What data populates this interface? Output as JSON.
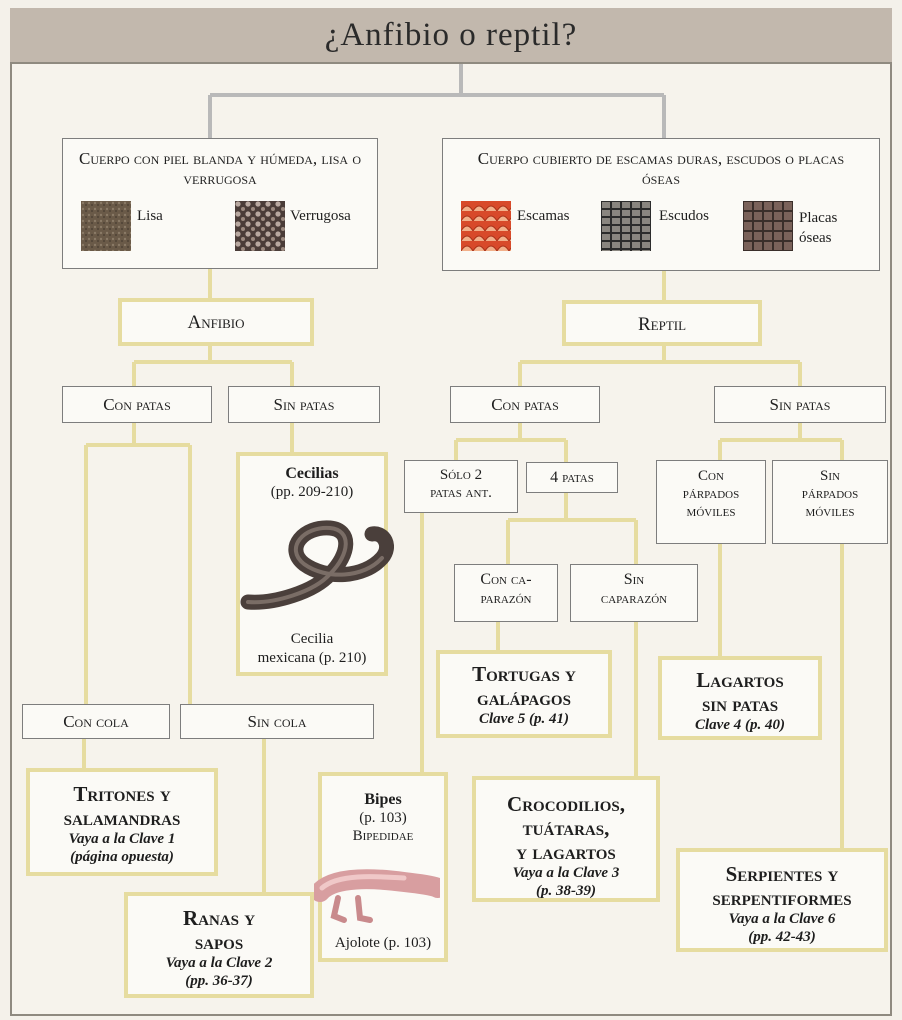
{
  "title": "¿Anfibio o reptil?",
  "amphibian_traits": {
    "heading": "Cuerpo con piel blanda y húmeda, lisa o verrugosa",
    "skin_types": [
      "Lisa",
      "Verrugosa"
    ]
  },
  "reptile_traits": {
    "heading": "Cuerpo cubierto de escamas duras, escudos o placas óseas",
    "skin_types": [
      "Escamas",
      "Escudos",
      "Placas",
      "óseas"
    ]
  },
  "amphibian": {
    "label": "Anfibio",
    "with_legs": "Con patas",
    "no_legs": "Sin patas",
    "with_tail": "Con cola",
    "no_tail": "Sin cola",
    "caecilians": {
      "name": "Cecilias",
      "pages": "(pp. 209-210)",
      "caption1": "Cecilia",
      "caption2": "mexicana (p. 210)"
    },
    "newts": {
      "name1": "Tritones y",
      "name2": "salamandras",
      "key": "Vaya a la Clave 1",
      "page": "(página opuesta)"
    },
    "frogs": {
      "name1": "Ranas y",
      "name2": "sapos",
      "key": "Vaya a la Clave 2",
      "page": "(pp. 36-37)"
    }
  },
  "reptile": {
    "label": "Reptil",
    "with_legs": "Con patas",
    "no_legs": "Sin patas",
    "front_legs_only1": "Sólo 2",
    "front_legs_only2": "patas ant.",
    "four_legs": "4 patas",
    "with_shell1": "Con ca-",
    "with_shell2": "parazón",
    "no_shell1": "Sin",
    "no_shell2": "caparazón",
    "movable_eyelids1": "Con",
    "movable_eyelids2": "párpados",
    "movable_eyelids3": "móviles",
    "no_eyelids1": "Sin",
    "no_eyelids2": "párpados",
    "no_eyelids3": "móviles",
    "bipes": {
      "name": "Bipes",
      "page": "(p. 103)",
      "family": "Bipedidae",
      "caption": "Ajolote (p. 103)"
    },
    "turtles": {
      "name1": "Tortugas y",
      "name2": "galápagos",
      "key": "Clave 5 (p. 41)"
    },
    "crocs": {
      "name1": "Crocodilios,",
      "name2": "tuátaras,",
      "name3": "y lagartos",
      "key": "Vaya a la Clave 3",
      "page": "(p. 38-39)"
    },
    "legless_lizards": {
      "name1": "Lagartos",
      "name2": "sin patas",
      "key": "Clave 4 (p. 40)"
    },
    "snakes": {
      "name1": "Serpientes y",
      "name2": "serpentiformes",
      "key": "Vaya a la Clave 6",
      "page": "(pp. 42-43)"
    }
  },
  "colors": {
    "title_band": "#c2b8ad",
    "gray_line": "#b5b5b5",
    "yellow_line": "#e6dca0"
  }
}
